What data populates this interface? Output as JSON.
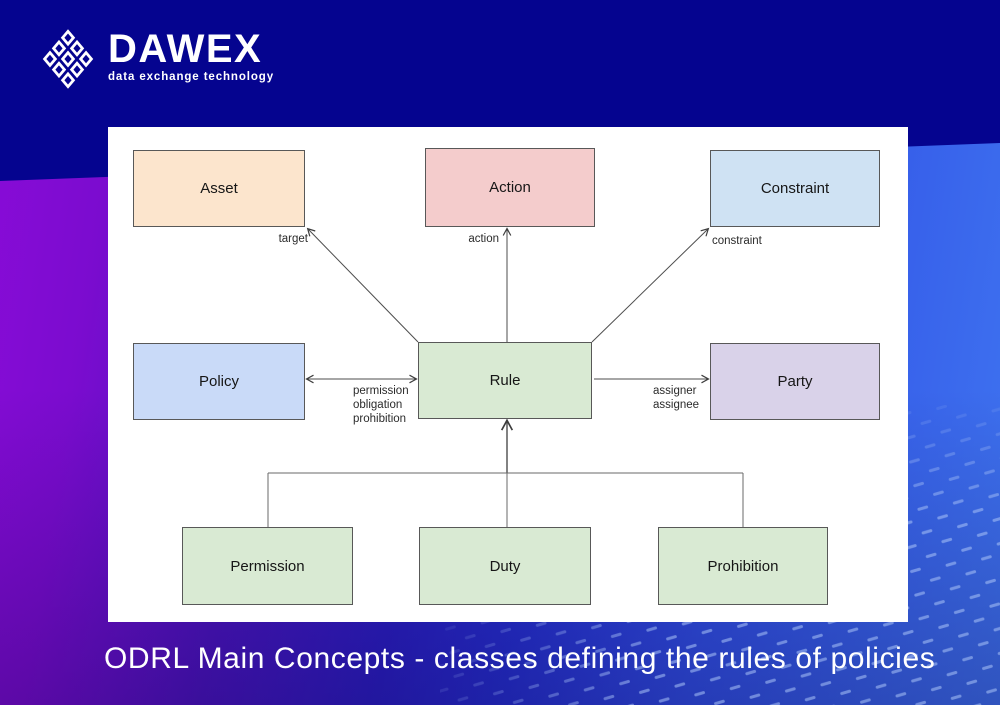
{
  "brand": {
    "name": "DAWEX",
    "tagline": "data exchange technology"
  },
  "caption": "ODRL Main Concepts - classes defining the rules of policies",
  "colors": {
    "header_navy": "#05048f",
    "bg_purple": "#8a0bd8",
    "bg_blue": "#3f74f0",
    "panel_background": "#ffffff",
    "node_border": "#585858",
    "edge_stroke": "#4d4d4d",
    "caption_text": "#ffffff"
  },
  "diagram": {
    "nodes": {
      "asset": {
        "label": "Asset",
        "fill": "#fce5cd"
      },
      "action": {
        "label": "Action",
        "fill": "#f4cccc"
      },
      "constraint": {
        "label": "Constraint",
        "fill": "#cfe2f3"
      },
      "policy": {
        "label": "Policy",
        "fill": "#c9daf8"
      },
      "rule": {
        "label": "Rule",
        "fill": "#d9ead3"
      },
      "party": {
        "label": "Party",
        "fill": "#d9d2e9"
      },
      "permission": {
        "label": "Permission",
        "fill": "#d9ead3"
      },
      "duty": {
        "label": "Duty",
        "fill": "#d9ead3"
      },
      "prohibition": {
        "label": "Prohibition",
        "fill": "#d9ead3"
      }
    },
    "edge_labels": {
      "target": "target",
      "action": "action",
      "constraint": "constraint",
      "policy_rule": [
        "permission",
        "obligation",
        "prohibition"
      ],
      "rule_party": [
        "assigner",
        "assignee"
      ]
    }
  }
}
